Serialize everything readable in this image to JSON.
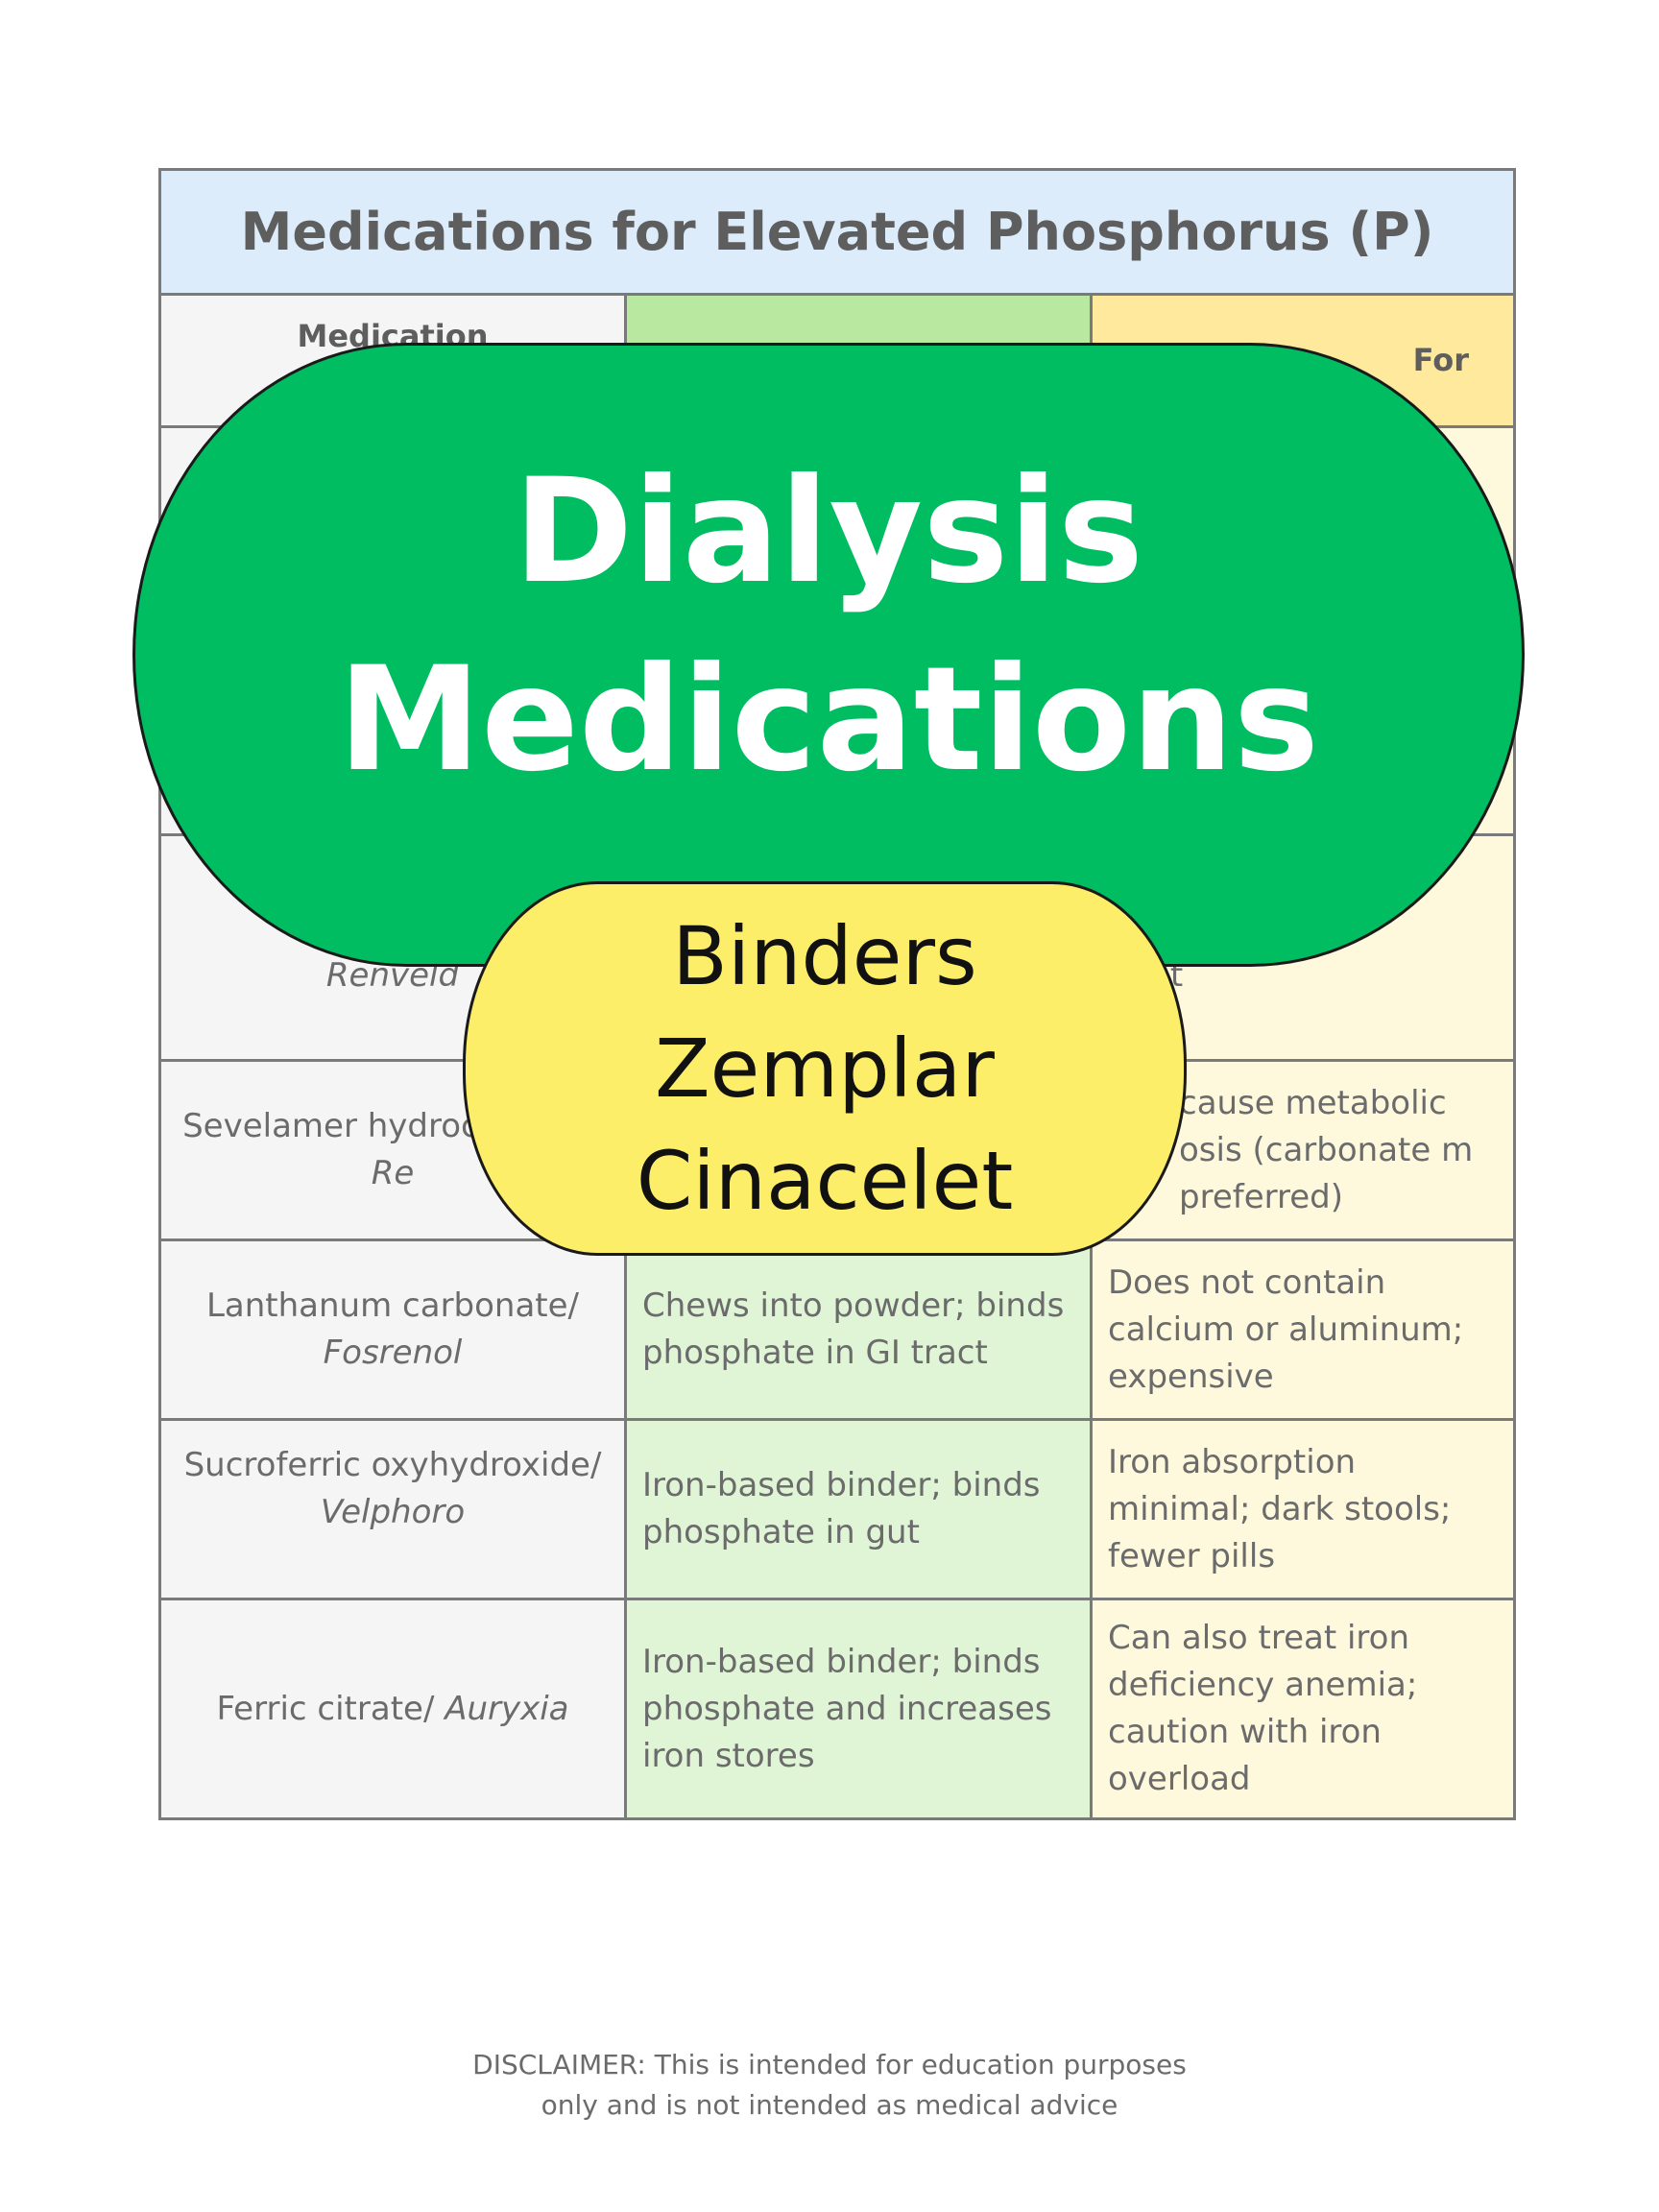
{
  "table": {
    "title": "Medications for Elevated Phosphorus (P)",
    "header": {
      "col1": "Medication",
      "col2": "",
      "col3": "For"
    },
    "rows": [
      {
        "name": "",
        "brand": "",
        "mechanism": "",
        "notes": ""
      },
      {
        "name": "",
        "brand": "",
        "mechanism": "",
        "notes": ""
      },
      {
        "name": "",
        "brand": "Renveld",
        "mechanism": "",
        "notes": "et"
      },
      {
        "name": "Sevelamer hydrochloride/ ",
        "brand": "Re",
        "mechanism": "",
        "notes": "cause metabolic osis (carbonate m preferred)"
      },
      {
        "name": "Lanthanum carbonate/ ",
        "brand": "Fosrenol",
        "mechanism": "Chews into powder; binds phosphate in GI tract",
        "notes": "Does not contain calcium or aluminum; expensive"
      },
      {
        "name": "Sucroferric oxyhydroxide/ ",
        "brand": "Velphoro",
        "mechanism": "Iron-based binder; binds phosphate in gut",
        "notes": "Iron absorption minimal; dark stools; fewer pills"
      },
      {
        "name": "Ferric citrate/ ",
        "brand": "Auryxia",
        "mechanism": "Iron-based binder; binds phosphate and increases iron stores",
        "notes": "Can also treat iron deficiency anemia; caution with iron overload"
      }
    ]
  },
  "badge": {
    "line1": "Dialysis",
    "line2": "Medications"
  },
  "sub_badge": {
    "items": [
      "Binders",
      "Zemplar",
      "Cinacelet"
    ]
  },
  "disclaimer": {
    "line1": "DISCLAIMER: This is intended for education purposes",
    "line2": "only and is not intended as medical advice"
  },
  "colors": {
    "badge_green": "#00bd61",
    "sub_badge_yellow": "#fdee6a",
    "title_blue": "#dcecfb",
    "col2_green": "#dff5d6",
    "col3_yellow": "#fef9dc"
  }
}
